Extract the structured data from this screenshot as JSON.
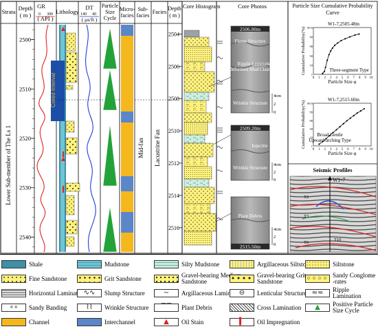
{
  "headers": {
    "strata": "Strata",
    "depth": "Depth\n( m )",
    "gr": "GR",
    "gr_unit": "( API )",
    "gr_min": "0",
    "gr_max": "300",
    "lithology": "Lithology",
    "dt": "DT",
    "dt_unit": "( µs/ft )",
    "dt_min": "140",
    "dt_max": "40",
    "cycle": "Particle\nSize\nCycle",
    "micro": "Micro-\nfacies",
    "sub": "Sub-\nfacies",
    "facies": "Facies",
    "depth2": "Depth\n( m )",
    "histogram": "Core Histogram",
    "photos": "Core Photos",
    "prob_title": "Particle Size Cumulative Probability\nCurve",
    "seismic_title": "Seismic Profiles"
  },
  "strata_label": "Lower Sub-member of The Ls 1",
  "subfacies_label": "Mid-fan",
  "facies_label": "Lacustrine Fan",
  "cored_interval": "Cored Interval",
  "depth_ticks": [
    "2500",
    "2510",
    "2520",
    "2530",
    "2540"
  ],
  "depth_ticks2": [
    "2504",
    "2506",
    "2508",
    "2510",
    "2512",
    "2514",
    "2516"
  ],
  "photos": [
    {
      "depth_label": "2506.80m",
      "notes": [
        "Flame Structure",
        "Ripple Lamination",
        "Deformed Mud Clasts",
        "Wrinkle Structure"
      ],
      "scale": [
        "4cm",
        "2",
        "0"
      ]
    },
    {
      "depth_label": "2509.20m",
      "notes": [
        "Injectite",
        "Wrinkle Structure"
      ],
      "scale": [
        "4cm",
        "2",
        "0"
      ]
    },
    {
      "depth_label": "2515.50m",
      "notes": [
        "Plant Debris"
      ],
      "scale": [
        "4cm",
        "2",
        "0"
      ]
    }
  ],
  "prob_curves": [
    {
      "well": "W1-7,2505.48m",
      "type_label": "Three-segment Type",
      "ylabel": "Cumulative Probability(%)",
      "xlabel": "Particle Size φ",
      "x_ticks": [
        "0",
        "1",
        "2",
        "3",
        "4",
        "5",
        "6",
        "7",
        "8",
        "9",
        "10"
      ],
      "y_ticks": [
        "99.9",
        "99",
        "90",
        "50",
        "10",
        "1"
      ],
      "points": [
        [
          1.6,
          2
        ],
        [
          1.9,
          6
        ],
        [
          2.1,
          15
        ],
        [
          2.4,
          30
        ],
        [
          2.7,
          42
        ],
        [
          3.0,
          50
        ],
        [
          3.3,
          56
        ],
        [
          3.7,
          62
        ],
        [
          4.2,
          67
        ],
        [
          4.8,
          72
        ],
        [
          5.5,
          76
        ],
        [
          6.3,
          80
        ],
        [
          7.2,
          84
        ],
        [
          7.9,
          86
        ]
      ]
    },
    {
      "well": "W1-7,2515.60m",
      "type_label": "Broad Gentle\nUpward-arching Type",
      "ylabel": "Cumulative Probability(%)",
      "xlabel": "Particle Size φ",
      "x_ticks": [
        "0",
        "1",
        "2",
        "3",
        "4",
        "5",
        "6",
        "7",
        "8",
        "9",
        "10"
      ],
      "y_ticks": [
        "99.9",
        "99",
        "90",
        "50",
        "10",
        "1"
      ],
      "points": [
        [
          1.0,
          4
        ],
        [
          1.6,
          10
        ],
        [
          2.2,
          17
        ],
        [
          2.8,
          24
        ],
        [
          3.4,
          31
        ],
        [
          4.0,
          38
        ],
        [
          4.6,
          45
        ],
        [
          5.2,
          52
        ],
        [
          5.8,
          59
        ],
        [
          6.4,
          65
        ],
        [
          7.0,
          71
        ],
        [
          7.6,
          77
        ],
        [
          8.2,
          82
        ],
        [
          8.8,
          87
        ]
      ]
    }
  ],
  "seismic": {
    "well": "W1-7",
    "horizons": [
      "T2",
      "T3",
      "T6",
      "T10"
    ]
  },
  "legend": [
    {
      "label": "Shale",
      "name": "shale"
    },
    {
      "label": "Mudstone",
      "name": "mudstone"
    },
    {
      "label": "Silty Mudstone",
      "name": "silty-mudstone"
    },
    {
      "label": "Argillaceous Siltstone",
      "name": "argillaceous-siltstone"
    },
    {
      "label": "Siltstone",
      "name": "siltstone"
    },
    {
      "label": "Fine Sandstone",
      "name": "fine-sandstone"
    },
    {
      "label": "Grit Sandstone",
      "name": "grit-sandstone"
    },
    {
      "label": "Gravel-bearing Medium\nSandstone",
      "name": "gravel-medium-sandstone"
    },
    {
      "label": "Gravel-bearing Grit\nSandstone",
      "name": "gravel-grit-sandstone"
    },
    {
      "label": "Sandy Conglome\n-rates",
      "name": "sandy-conglomerates"
    },
    {
      "label": "Horizontal Lamination",
      "name": "horizontal-lamination"
    },
    {
      "label": "Slump Structure",
      "name": "slump-structure"
    },
    {
      "label": "Argillaceous Lamination",
      "name": "argillaceous-lamination"
    },
    {
      "label": "Lenticular Structure",
      "name": "lenticular-structure"
    },
    {
      "label": "Ripple Lamination",
      "name": "ripple-lamination"
    },
    {
      "label": "Sandy Banding",
      "name": "sandy-banding"
    },
    {
      "label": "Wrinkle Structure",
      "name": "wrinkle-structure"
    },
    {
      "label": "Plant Debris",
      "name": "plant-debris"
    },
    {
      "label": "Cross Lamination",
      "name": "cross-lamination"
    },
    {
      "label": "Positive Particle\nSize Cycle",
      "name": "positive-cycle"
    },
    {
      "label": "Channel",
      "name": "channel"
    },
    {
      "label": "Interchannel",
      "name": "interchannel"
    },
    {
      "label": "Oil Stain",
      "name": "oil-stain"
    },
    {
      "label": "Oil Impregnation",
      "name": "oil-impregnation"
    }
  ],
  "colors": {
    "channel": "#f5b81c",
    "interchannel": "#5b86c8",
    "shale": "#3e8fa8",
    "mudstone": "#6fc4d4",
    "sandstone": "#fff27a",
    "gr_curve": "#e02020",
    "dt_curve": "#1f3fd6",
    "cycle_fill": "#23a23a",
    "cored": "#1b4ea6"
  }
}
